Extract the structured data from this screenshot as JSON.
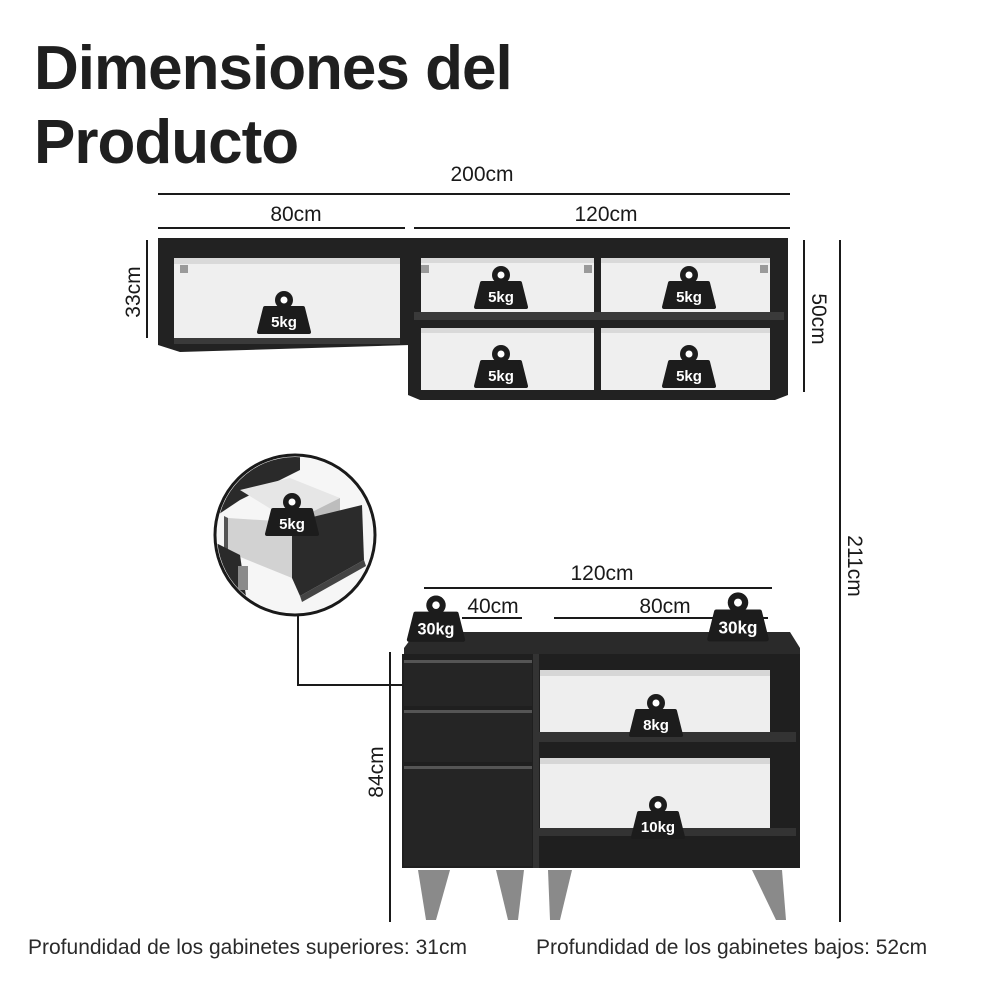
{
  "title": {
    "line1": "Dimensiones del",
    "line2": "Producto"
  },
  "upper_cabinets": {
    "total_width": "200cm",
    "left_width": "80cm",
    "right_width": "120cm",
    "left_height": "33cm",
    "right_height": "50cm",
    "left_shelf_load": "5kg",
    "right_shelf_loads": [
      "5kg",
      "5kg",
      "5kg",
      "5kg"
    ]
  },
  "total_height": "211cm",
  "drawer_detail": {
    "load": "5kg"
  },
  "lower_cabinet": {
    "total_width": "120cm",
    "left_width": "40cm",
    "right_width": "80cm",
    "height": "84cm",
    "top_left_load": "30kg",
    "top_right_load": "30kg",
    "upper_shelf_load": "8kg",
    "bottom_shelf_load": "10kg"
  },
  "footer": {
    "upper_depth": "Profundidad de los gabinetes superiores: 31cm",
    "lower_depth": "Profundidad de los gabinetes bajos: 52cm"
  },
  "colors": {
    "cabinet": "#222222",
    "cabinet_edge": "#3a3a3a",
    "interior": "#eeeeee",
    "legs": "#8a8a8a",
    "weight_badge": "#1c1c1c",
    "dimension_line": "#1a1a1a"
  },
  "icons": {
    "weight": "weight-icon"
  }
}
